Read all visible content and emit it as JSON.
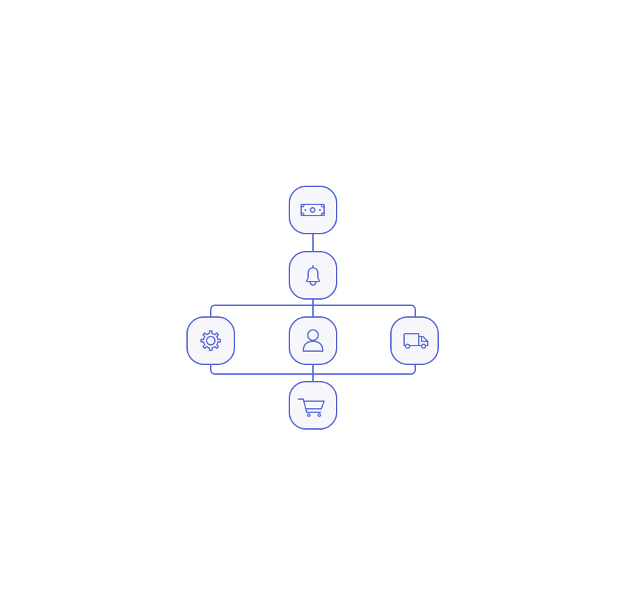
{
  "diagram": {
    "colors": {
      "accent": "#5768d8",
      "node_fill": "#f7f6fb",
      "background": "#ffffff"
    },
    "nodes": [
      {
        "id": "payment",
        "icon": "banknote-icon"
      },
      {
        "id": "notifications",
        "icon": "bell-icon"
      },
      {
        "id": "settings",
        "icon": "gear-icon"
      },
      {
        "id": "user",
        "icon": "user-icon"
      },
      {
        "id": "delivery",
        "icon": "truck-icon"
      },
      {
        "id": "cart",
        "icon": "shopping-cart-icon"
      }
    ],
    "edges": [
      {
        "from": "payment",
        "to": "notifications"
      },
      {
        "from": "notifications",
        "to": "user"
      },
      {
        "from": "notifications",
        "to": "settings"
      },
      {
        "from": "notifications",
        "to": "delivery"
      },
      {
        "from": "user",
        "to": "cart"
      },
      {
        "from": "settings",
        "to": "cart"
      },
      {
        "from": "delivery",
        "to": "cart"
      }
    ]
  }
}
